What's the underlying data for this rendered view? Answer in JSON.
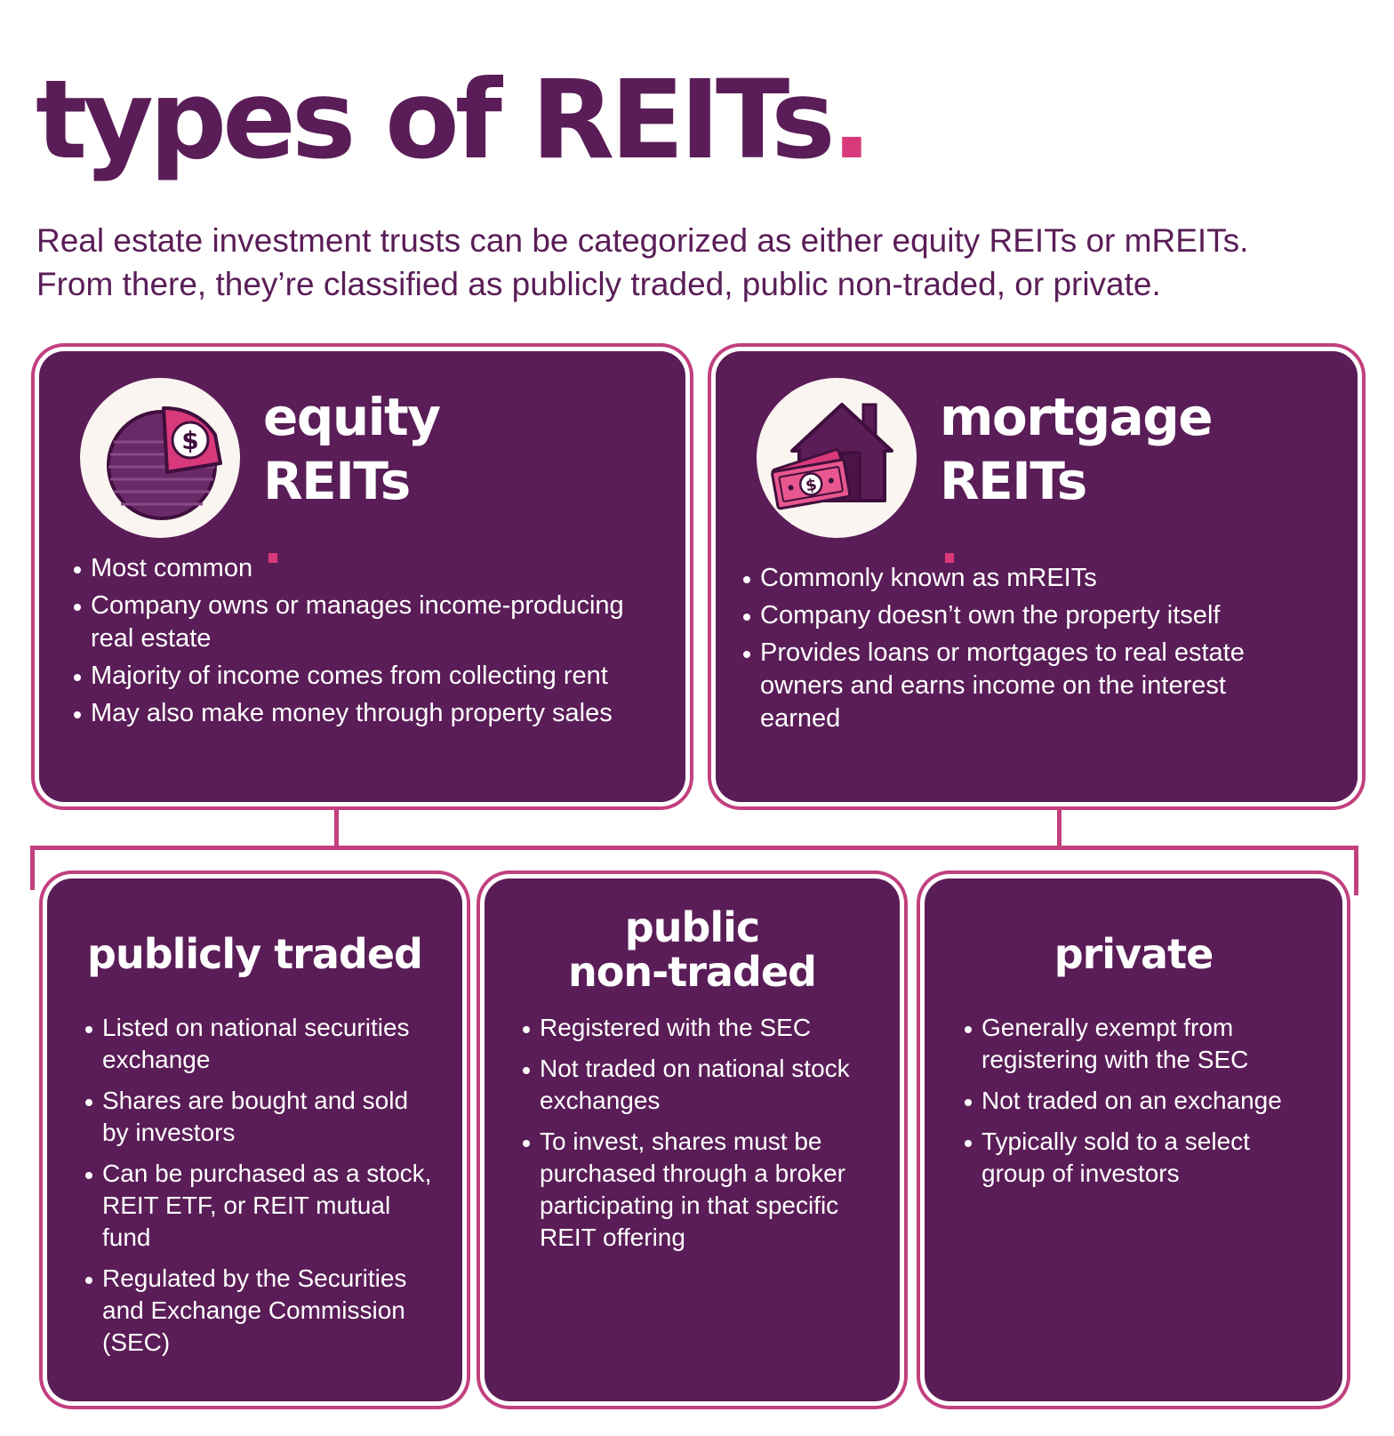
{
  "title": {
    "text": "types of REITs",
    "dot": "."
  },
  "subtitle": {
    "line1": "Real estate investment trusts can be categorized as either equity REITs or mREITs.",
    "line2": "From there, they’re classified as publicly traded, public non-traded, or private."
  },
  "colors": {
    "purple": "#5a1d57",
    "pink": "#d8397a",
    "border": "#c2407e",
    "cream": "#fbf5f1"
  },
  "equity": {
    "icon": "dollar-shield-icon",
    "title_line1": "equity",
    "title_line2": "REITs",
    "dot": ".",
    "bullets": [
      "Most common",
      "Company owns or manages income-producing real estate",
      "Majority of income comes from collecting rent",
      "May also make money through property sales"
    ]
  },
  "mortgage": {
    "icon": "house-money-icon",
    "title_line1": "mortgage",
    "title_line2": "REITs",
    "dot": ".",
    "bullets": [
      "Commonly known as mREITs",
      "Company doesn’t own the property itself",
      "Provides loans or mortgages to real estate owners and earns income on the interest earned"
    ]
  },
  "publicly_traded": {
    "title": "publicly traded",
    "bullets": [
      "Listed on national securities exchange",
      "Shares are bought and sold by investors",
      "Can be purchased as a stock, REIT ETF, or REIT mutual fund",
      "Regulated by the Securities and Exchange Commission (SEC)"
    ]
  },
  "public_non_traded": {
    "title_line1": "public",
    "title_line2": "non-traded",
    "bullets": [
      "Registered with the SEC",
      "Not traded on national stock exchanges",
      "To invest, shares must be purchased through a broker participating in that specific REIT offering"
    ]
  },
  "private": {
    "title": "private",
    "bullets": [
      "Generally exempt from registering with the SEC",
      "Not traded on an exchange",
      "Typically sold to a select group of investors"
    ]
  }
}
